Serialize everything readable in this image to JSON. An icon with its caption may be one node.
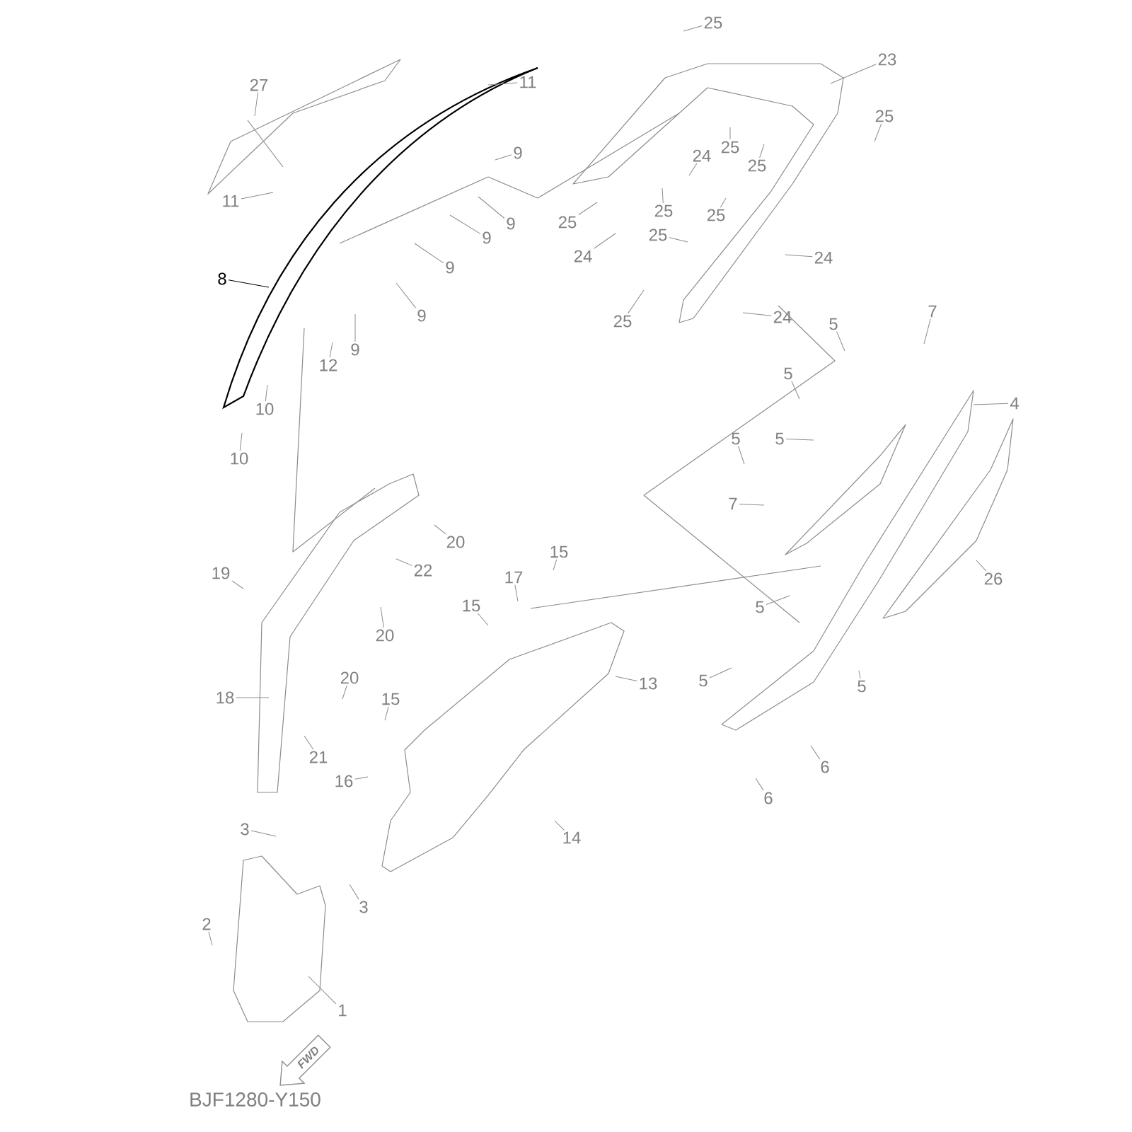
{
  "diagram": {
    "nodes": [
      {
        "text": [
          "27"
        ]
      },
      {
        "text": [
          "11"
        ]
      },
      {
        "text": [
          "11"
        ]
      },
      {
        "text": [
          "9"
        ]
      },
      {
        "text": [
          "9"
        ]
      },
      {
        "text": [
          "9"
        ]
      },
      {
        "text": [
          "9"
        ]
      },
      {
        "text": [
          "9"
        ]
      },
      {
        "text": [
          "9"
        ]
      },
      {
        "text": [
          "8"
        ]
      },
      {
        "text": [
          "12"
        ]
      },
      {
        "text": [
          "10"
        ]
      },
      {
        "text": [
          "10"
        ]
      },
      {
        "text": [
          "25"
        ]
      },
      {
        "text": [
          "23"
        ]
      },
      {
        "text": [
          "25"
        ]
      },
      {
        "text": [
          "25"
        ]
      },
      {
        "text": [
          "24"
        ]
      },
      {
        "text": [
          "25"
        ]
      },
      {
        "text": [
          "25"
        ]
      },
      {
        "text": [
          "25"
        ]
      },
      {
        "text": [
          "24"
        ]
      },
      {
        "text": [
          "25"
        ]
      },
      {
        "text": [
          "25"
        ]
      },
      {
        "text": [
          "24"
        ]
      },
      {
        "text": [
          "25"
        ]
      },
      {
        "text": [
          "24"
        ]
      },
      {
        "text": [
          "7"
        ]
      },
      {
        "text": [
          "5"
        ]
      },
      {
        "text": [
          "4"
        ]
      },
      {
        "text": [
          "5"
        ]
      },
      {
        "text": [
          "5"
        ]
      },
      {
        "text": [
          "5"
        ]
      },
      {
        "text": [
          "7"
        ]
      },
      {
        "text": [
          "26"
        ]
      },
      {
        "text": [
          "5"
        ]
      },
      {
        "text": [
          "5"
        ]
      },
      {
        "text": [
          "5"
        ]
      },
      {
        "text": [
          "6"
        ]
      },
      {
        "text": [
          "6"
        ]
      },
      {
        "text": [
          "20"
        ]
      },
      {
        "text": [
          "22"
        ]
      },
      {
        "text": [
          "19"
        ]
      },
      {
        "text": [
          "20"
        ]
      },
      {
        "text": [
          "20"
        ]
      },
      {
        "text": [
          "18"
        ]
      },
      {
        "text": [
          "21"
        ]
      },
      {
        "text": [
          "15"
        ]
      },
      {
        "text": [
          "17"
        ]
      },
      {
        "text": [
          "15"
        ]
      },
      {
        "text": [
          "13"
        ]
      },
      {
        "text": [
          "15"
        ]
      },
      {
        "text": [
          "16"
        ]
      },
      {
        "text": [
          "14"
        ]
      },
      {
        "text": [
          "3"
        ]
      },
      {
        "text": [
          "3"
        ]
      },
      {
        "text": [
          "2"
        ]
      },
      {
        "text": [
          "1"
        ]
      },
      {
        "text": [
          "FWD"
        ]
      }
    ],
    "edges": [
      {
        "from": 0,
        "to": null,
        "arrow": "none"
      },
      {
        "from": 1,
        "to": null,
        "arrow": "none"
      },
      {
        "from": 2,
        "to": null,
        "arrow": "none"
      },
      {
        "from": 3,
        "to": null,
        "arrow": "none"
      },
      {
        "from": 4,
        "to": null,
        "arrow": "none"
      },
      {
        "from": 5,
        "to": null,
        "arrow": "none"
      },
      {
        "from": 6,
        "to": null,
        "arrow": "none"
      },
      {
        "from": 7,
        "to": null,
        "arrow": "none"
      },
      {
        "from": 8,
        "to": null,
        "arrow": "none"
      },
      {
        "from": 9,
        "to": null,
        "arrow": "none",
        "color": "#000000"
      },
      {
        "from": 10,
        "to": null,
        "arrow": "none"
      },
      {
        "from": 11,
        "to": null,
        "arrow": "none"
      },
      {
        "from": 12,
        "to": null,
        "arrow": "none"
      },
      {
        "from": 13,
        "to": null,
        "arrow": "none"
      },
      {
        "from": 14,
        "to": null,
        "arrow": "none"
      },
      {
        "from": 15,
        "to": null,
        "arrow": "none"
      },
      {
        "from": 16,
        "to": null,
        "arrow": "none"
      },
      {
        "from": 17,
        "to": null,
        "arrow": "none"
      },
      {
        "from": 18,
        "to": null,
        "arrow": "none"
      },
      {
        "from": 19,
        "to": null,
        "arrow": "none"
      },
      {
        "from": 20,
        "to": null,
        "arrow": "none"
      },
      {
        "from": 21,
        "to": null,
        "arrow": "none"
      },
      {
        "from": 22,
        "to": null,
        "arrow": "none"
      },
      {
        "from": 23,
        "to": null,
        "arrow": "none"
      },
      {
        "from": 24,
        "to": null,
        "arrow": "none"
      },
      {
        "from": 25,
        "to": null,
        "arrow": "none"
      },
      {
        "from": 26,
        "to": null,
        "arrow": "none"
      },
      {
        "from": 27,
        "to": null,
        "arrow": "none"
      },
      {
        "from": 28,
        "to": null,
        "arrow": "none"
      },
      {
        "from": 29,
        "to": null,
        "arrow": "none"
      },
      {
        "from": 30,
        "to": null,
        "arrow": "none"
      },
      {
        "from": 31,
        "to": null,
        "arrow": "none"
      },
      {
        "from": 32,
        "to": null,
        "arrow": "none"
      },
      {
        "from": 33,
        "to": null,
        "arrow": "none"
      },
      {
        "from": 34,
        "to": null,
        "arrow": "none"
      },
      {
        "from": 35,
        "to": null,
        "arrow": "none"
      },
      {
        "from": 36,
        "to": null,
        "arrow": "none"
      },
      {
        "from": 37,
        "to": null,
        "arrow": "none"
      },
      {
        "from": 38,
        "to": null,
        "arrow": "none"
      },
      {
        "from": 39,
        "to": null,
        "arrow": "none"
      },
      {
        "from": 40,
        "to": null,
        "arrow": "none"
      },
      {
        "from": 41,
        "to": null,
        "arrow": "none"
      },
      {
        "from": 42,
        "to": null,
        "arrow": "none"
      },
      {
        "from": 43,
        "to": null,
        "arrow": "none"
      },
      {
        "from": 44,
        "to": null,
        "arrow": "none"
      },
      {
        "from": 45,
        "to": null,
        "arrow": "none"
      },
      {
        "from": 46,
        "to": null,
        "arrow": "none"
      },
      {
        "from": 47,
        "to": null,
        "arrow": "none"
      },
      {
        "from": 48,
        "to": null,
        "arrow": "none"
      },
      {
        "from": 49,
        "to": null,
        "arrow": "none"
      },
      {
        "from": 50,
        "to": null,
        "arrow": "none"
      },
      {
        "from": 51,
        "to": null,
        "arrow": "none"
      },
      {
        "from": 52,
        "to": null,
        "arrow": "none"
      },
      {
        "from": 53,
        "to": null,
        "arrow": "none"
      },
      {
        "from": 54,
        "to": null,
        "arrow": "none"
      },
      {
        "from": 55,
        "to": null,
        "arrow": "none"
      },
      {
        "from": 56,
        "to": null,
        "arrow": "none"
      },
      {
        "from": 57,
        "to": null,
        "arrow": "none"
      }
    ],
    "labels": [
      "BJF1280-Y150"
    ]
  }
}
